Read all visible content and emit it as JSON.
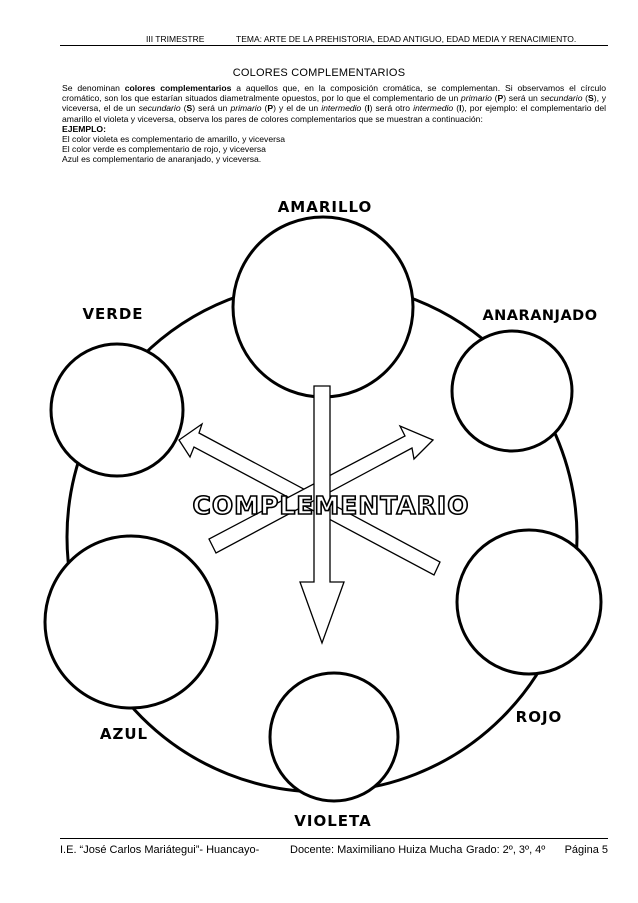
{
  "header": {
    "trimestre": "III TRIMESTRE",
    "tema": "TEMA: ARTE DE LA PREHISTORIA, EDAD ANTIGUO, EDAD MEDIA Y RENACIMIENTO."
  },
  "title": "COLORES COMPLEMENTARIOS",
  "intro": {
    "p1_a": "Se denominan ",
    "p1_bold": "colores complementarios",
    "p1_b": " a aquellos que, en la composición cromática, se complementan. Si observamos el círculo cromático, son los que estarían situados diametralmente opuestos, por lo que el complementario de un ",
    "primario": "primario",
    "p": "P",
    "p1_c": " será un ",
    "secundario": "secundario",
    "s": "S",
    "p1_d": ", y viceversa, el de un ",
    "p1_e": " será un ",
    "p1_f": " y el de un ",
    "intermedio": "intermedio",
    "i": "I",
    "p1_g": " será otro ",
    "p1_h": ", por ejemplo: el complementario del amarillo el violeta y viceversa, observa los pares de colores complementarios que se muestran a continuación:",
    "ejemplo": "EJEMPLO:",
    "line1": "El color violeta es complementario de amarillo, y viceversa",
    "line2": "El color verde es complementario de rojo, y viceversa",
    "line3": "Azul es complementario de anaranjado, y viceversa."
  },
  "diagram": {
    "center_label": "COMPLEMENTARIO",
    "labels": {
      "amarillo": "AMARILLO",
      "anaranjado": "ANARANJADO",
      "rojo": "ROJO",
      "violeta": "VIOLETA",
      "azul": "AZUL",
      "verde": "VERDE"
    }
  },
  "footer": {
    "school": "I.E. “José Carlos Mariátegui”- Huancayo-",
    "teacher": "Docente: Maximiliano Huiza Mucha",
    "grade": "Grado: 2º, 3º, 4º",
    "page": "Página 5"
  }
}
